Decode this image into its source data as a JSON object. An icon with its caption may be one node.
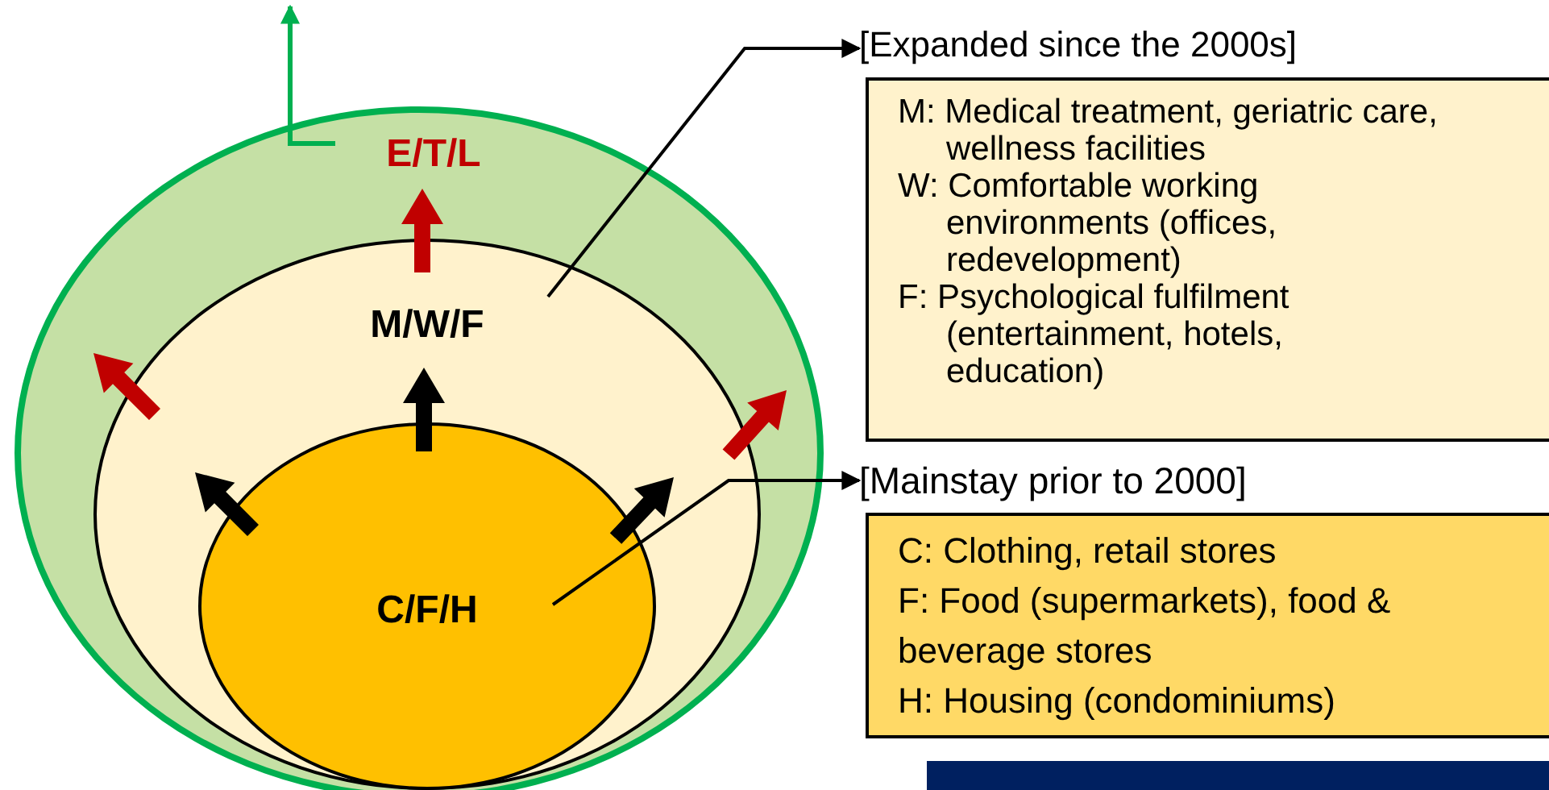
{
  "diagram": {
    "nodes": [
      {
        "text": [
          "E/T/L"
        ]
      },
      {
        "text": [
          "M/W/F"
        ],
        "in": 0
      },
      {
        "text": [
          "C/F/H"
        ],
        "in": 1
      },
      {
        "text": [
          "[Expanded since the 2000s]",
          "M: Medical treatment, geriatric care, wellness facilities",
          "W: Comfortable working environments (offices, redevelopment)",
          "F: Psychological fulfilment (entertainment, hotels, education)"
        ]
      },
      {
        "text": [
          "[Mainstay prior to 2000]",
          "C: Clothing, retail stores",
          "F: Food (supermarkets), food & beverage stores",
          "H: Housing (condominiums)"
        ]
      },
      {
        "text": [],
        "shape": "bar"
      }
    ],
    "edges": [
      {
        "from": 1,
        "to": 3,
        "arrow": "to"
      },
      {
        "from": 2,
        "to": 4,
        "arrow": "to"
      },
      {
        "from": 0,
        "to": null,
        "arrow": "to",
        "color": "#00b050"
      }
    ]
  }
}
